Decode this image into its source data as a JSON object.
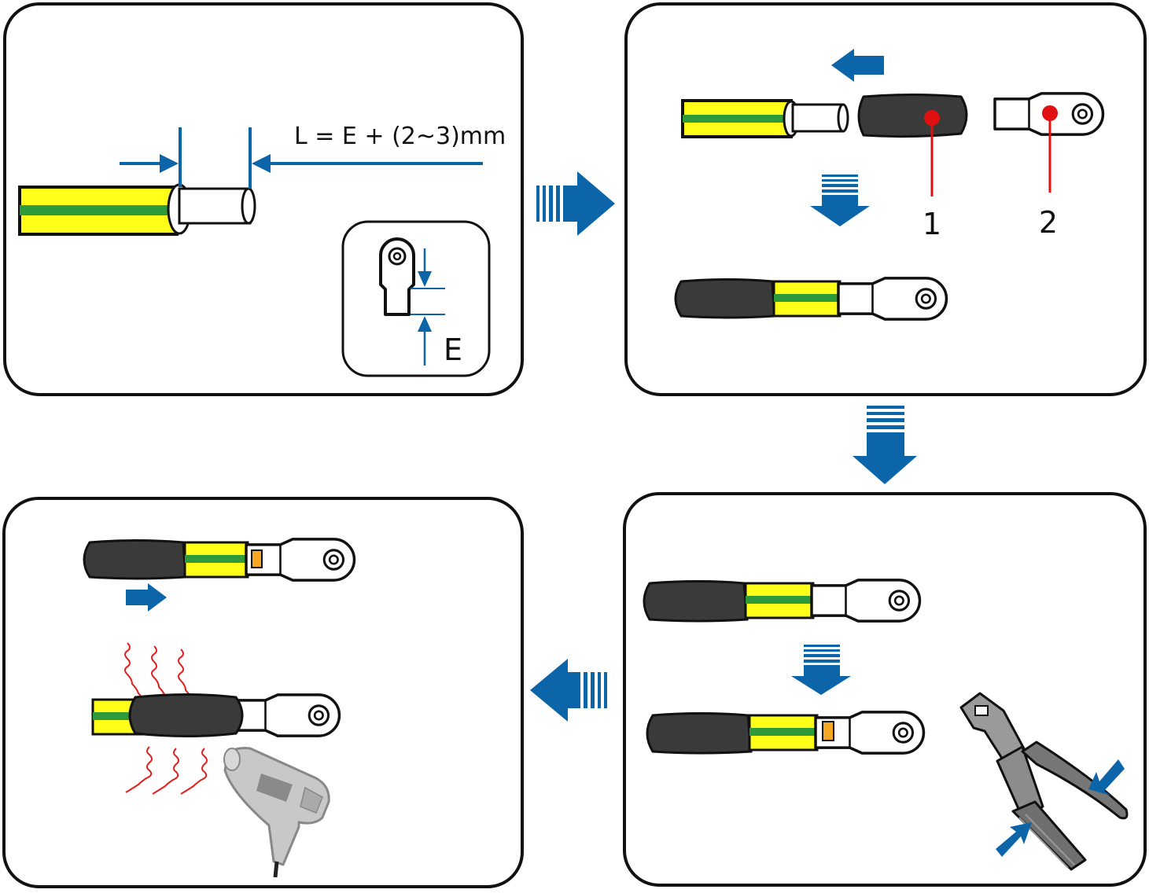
{
  "step1": {
    "formula": "L = E + (2~3)mm",
    "inset_label": "E"
  },
  "step2": {
    "callout_1": "1",
    "callout_2": "2"
  },
  "colors": {
    "arrow_blue": "#0b65a8",
    "cable_yellow": "#ffff1a",
    "cable_green": "#2e9a3a",
    "sleeve_black": "#3a3a3a",
    "callout_red": "#e01010",
    "crimp_orange": "#f5a623",
    "heat_red": "#e02020"
  }
}
